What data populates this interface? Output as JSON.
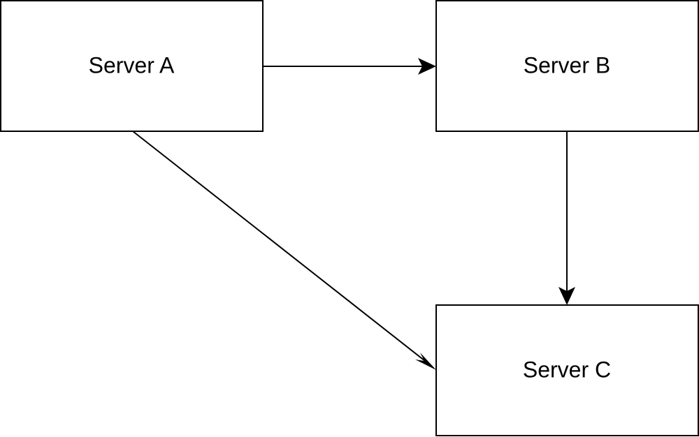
{
  "diagram": {
    "nodes": [
      {
        "id": "server-a",
        "label": "Server A"
      },
      {
        "id": "server-b",
        "label": "Server B"
      },
      {
        "id": "server-c",
        "label": "Server C"
      }
    ],
    "edges": [
      {
        "from": "server-a",
        "to": "server-b"
      },
      {
        "from": "server-b",
        "to": "server-c"
      },
      {
        "from": "server-a",
        "to": "server-c"
      }
    ],
    "colors": {
      "background": "#ffffff",
      "stroke": "#000000",
      "text": "#000000"
    }
  }
}
